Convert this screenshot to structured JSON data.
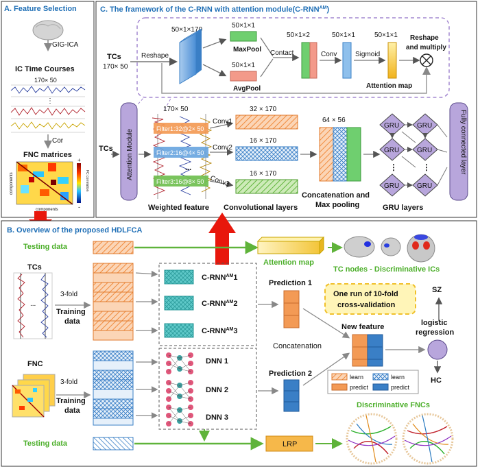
{
  "panel_a": {
    "title": "A. Feature Selection",
    "gig_ica": "GIG-ICA",
    "ic_time_courses": "IC Time Courses",
    "dims": "170× 50",
    "dots": "⋮",
    "cor": "Cor",
    "fnc_matrices": "FNC matrices",
    "axis_components_x": "components",
    "axis_components_y": "components",
    "colorbar_label": "FC correlation",
    "colorbar_plus": "+",
    "colorbar_minus": "-"
  },
  "panel_c": {
    "title": "C. The framework of the C-RNN  with attention module(C-RNN",
    "title_sup": "AM",
    "title_end": ")",
    "tcs": "TCs",
    "tcs_dims": "170× 50",
    "reshape": "Reshape",
    "dim_50_1_170": "50×1×170",
    "dim_maxpool": "50×1×1",
    "maxpool": "MaxPool",
    "dim_avgpool": "50×1×1",
    "avgpool": "AvgPool",
    "contact": "Contact",
    "dim_contact": "50×1×2",
    "conv": "Conv",
    "dim_conv": "50×1×1",
    "sigmoid": "Sigmoid",
    "dim_sigmoid": "50×1×1",
    "reshape_multiply": "Reshape\nand multiply",
    "attention_map": "Attention map",
    "tcs2": "TCs",
    "attention_module": "Attention Module",
    "dims2": "170× 50",
    "filter1": "Filter1:32@2× 50",
    "filter2": "Filter2:16@4× 50",
    "filter3": "Filter3:16@8× 50",
    "ellipsis": "...",
    "conv1": "Conv1",
    "conv2": "Conv2",
    "conv3": "Conv3",
    "out1": "32 × 170",
    "out2": "16 × 170",
    "out3": "16 × 170",
    "weighted_feature": "Weighted feature",
    "conv_layers": "Convolutional layers",
    "concat_dims": "64 × 56",
    "concat_label1": "Concatenation and",
    "concat_label2": "Max pooling",
    "gru": "GRU",
    "gru_layers": "GRU layers",
    "fc_layer": "Fully connected layer"
  },
  "panel_b": {
    "title": "B. Overview of the proposed HDLFCA",
    "testing_data_top": "Testing data",
    "tcs": "TCs",
    "fold_tcs": "3-fold",
    "training_data_tcs1": "Training",
    "training_data_tcs2": "data",
    "crnn1": "C-RNN",
    "crnn2": "C-RNN",
    "crnn3": "C-RNN",
    "crnn_sup": "AM",
    "crnn_n1": "1",
    "crnn_n2": "2",
    "crnn_n3": "3",
    "fnc": "FNC",
    "fold_fnc": "3-fold",
    "training_data_fnc1": "Training",
    "training_data_fnc2": "data",
    "dnn1": "DNN  1",
    "dnn2": "DNN  2",
    "dnn3": "DNN  3",
    "testing_data_bottom": "Testing data",
    "attention_map": "Attention map",
    "tc_nodes": "TC nodes - Discriminative ICs",
    "prediction1": "Prediction 1",
    "prediction2": "Prediction 2",
    "concatenation": "Concatenation",
    "one_run1": "One run of 10-fold",
    "one_run2": "cross-validation",
    "new_feature": "New feature",
    "sz": "SZ",
    "logistic1": "logistic",
    "logistic2": "regression",
    "hc": "HC",
    "legend_learn1": "learn",
    "legend_learn2": "learn",
    "legend_predict1": "predict",
    "legend_predict2": "predict",
    "lrp": "LRP",
    "discriminative_fncs": "Discriminative FNCs"
  },
  "colors": {
    "blue_header": "#1f6fb6",
    "green_label": "#4caf2a",
    "orange": "#f39a55",
    "blue_block": "#3a7fc6",
    "purple": "#b8a6dc",
    "arrow_red": "#e8170c",
    "lrp_fill": "#f6b84a"
  }
}
